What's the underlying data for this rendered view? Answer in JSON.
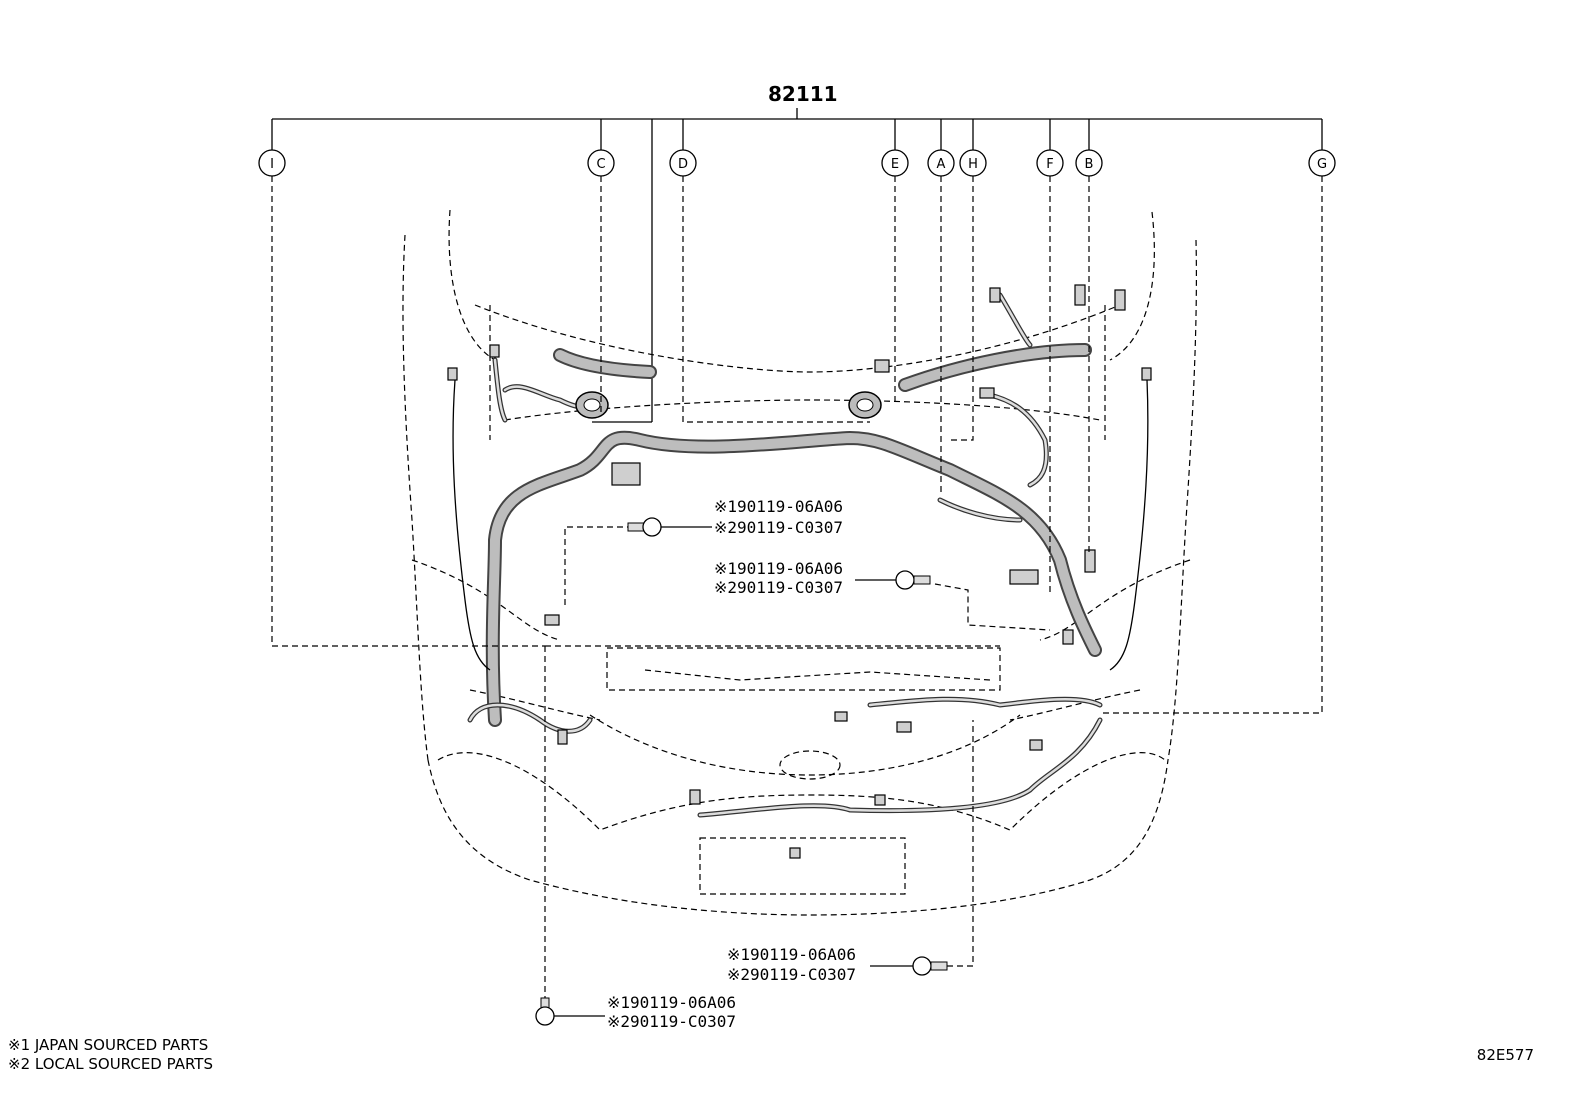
{
  "title": "82111",
  "callouts": [
    "I",
    "C",
    "D",
    "E",
    "A",
    "H",
    "F",
    "B",
    "G"
  ],
  "part_codes": {
    "upper_left": [
      "※190119-06A06",
      "※290119-C0307"
    ],
    "middle": [
      "※190119-06A06",
      "※290119-C0307"
    ],
    "bottom_right": [
      "※190119-06A06",
      "※290119-C0307"
    ],
    "bottom_left": [
      "※190119-06A06",
      "※290119-C0307"
    ]
  },
  "notes": [
    "※1 JAPAN SOURCED PARTS",
    "※2 LOCAL SOURCED PARTS"
  ],
  "diagram_code": "82E577"
}
